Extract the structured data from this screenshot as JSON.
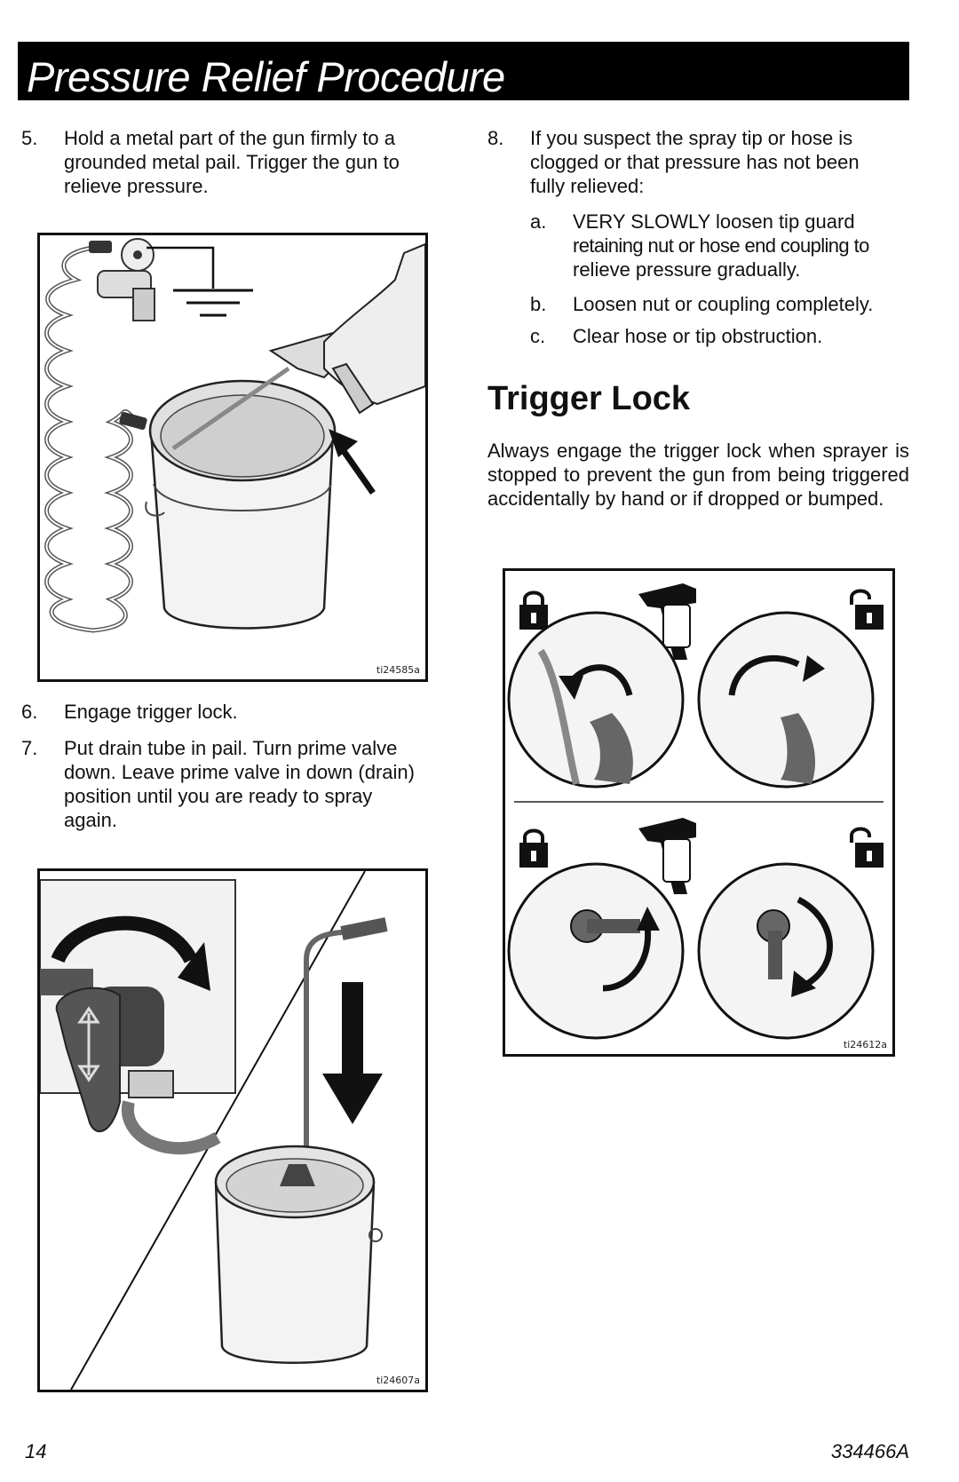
{
  "header": {
    "title": "Pressure Relief Procedure"
  },
  "left_column": {
    "steps": [
      {
        "num": "5.",
        "lines": [
          "Hold a metal part of the gun firmly to a",
          "grounded metal pail. Trigger the gun to",
          "relieve pressure."
        ]
      },
      {
        "num": "6.",
        "lines": [
          "Engage trigger lock."
        ]
      },
      {
        "num": "7.",
        "lines": [
          "Put drain tube in pail. Turn prime valve",
          "down. Leave prime valve in down (drain)",
          "position until you are ready to spray",
          "again."
        ]
      }
    ],
    "figures": [
      {
        "id": "ti24585a"
      },
      {
        "id": "ti24607a"
      }
    ]
  },
  "right_column": {
    "step8": {
      "num": "8.",
      "lines": [
        "If you suspect the spray tip or hose is",
        "clogged or that pressure has not been",
        "fully relieved:"
      ],
      "substeps": [
        {
          "num": "a.",
          "lines": [
            "VERY SLOWLY loosen tip guard",
            "retaining nut or hose end coupling to",
            "relieve pressure gradually."
          ]
        },
        {
          "num": "b.",
          "lines": [
            "Loosen nut or coupling completely."
          ]
        },
        {
          "num": "c.",
          "lines": [
            "Clear hose or tip obstruction."
          ]
        }
      ]
    },
    "trigger_lock": {
      "heading": "Trigger Lock",
      "text": "Always engage the trigger lock when sprayer is stopped to prevent the gun from being triggered accidentally by hand or if dropped or bumped."
    },
    "figure": {
      "id": "ti24612a"
    }
  },
  "footer": {
    "page_number": "14",
    "doc_number": "334466A"
  }
}
